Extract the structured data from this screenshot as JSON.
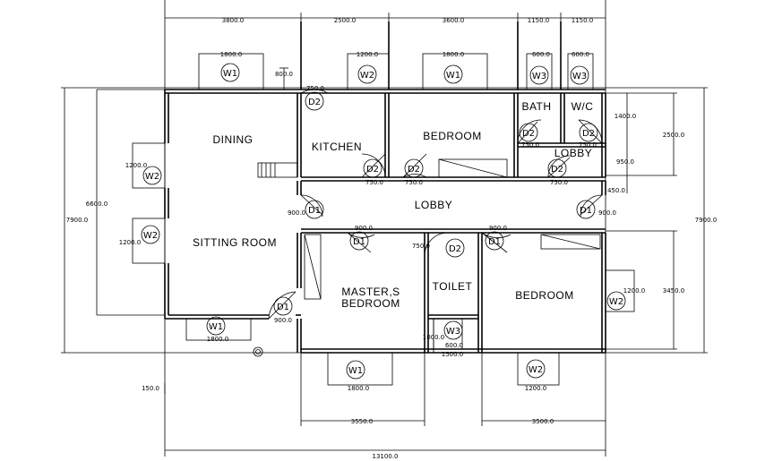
{
  "rooms": {
    "dining": "DINING",
    "kitchen": "KITCHEN",
    "bedroom_top": "BEDROOM",
    "bath": "BATH",
    "wc": "W/C",
    "lobby_small": "LOBBY",
    "lobby": "LOBBY",
    "sitting": "SITTING ROOM",
    "master_l1": "MASTER,S",
    "master_l2": "BEDROOM",
    "toilet": "TOILET",
    "bedroom_right": "BEDROOM"
  },
  "dims": {
    "top_1": "3800.0",
    "top_2": "2500.0",
    "top_3": "3600.0",
    "top_4": "1150.0",
    "top_5": "1150.0",
    "bottom_1": "3550.0",
    "bottom_2": "3500.0",
    "overall": "13100.0",
    "left_overall": "7900.0",
    "left_inner": "6600.0",
    "right_overall": "7900.0",
    "right_1": "2500.0",
    "right_2": "3450.0",
    "w_1800": "1800.0",
    "w_1200": "1200.0",
    "w_600": "600.0",
    "d_750": "750.0",
    "d_900": "900.0",
    "k_800": "800.0",
    "r_1400": "1400.0",
    "r_950": "950.0",
    "r_450": "450.0",
    "t_1000": "1000.0",
    "t_600": "600.0",
    "t_1500": "1500.0",
    "c_150": "150.0"
  },
  "tags": {
    "w1": "W1",
    "w2": "W2",
    "w3": "W3",
    "d1": "D1",
    "d2": "D2"
  }
}
